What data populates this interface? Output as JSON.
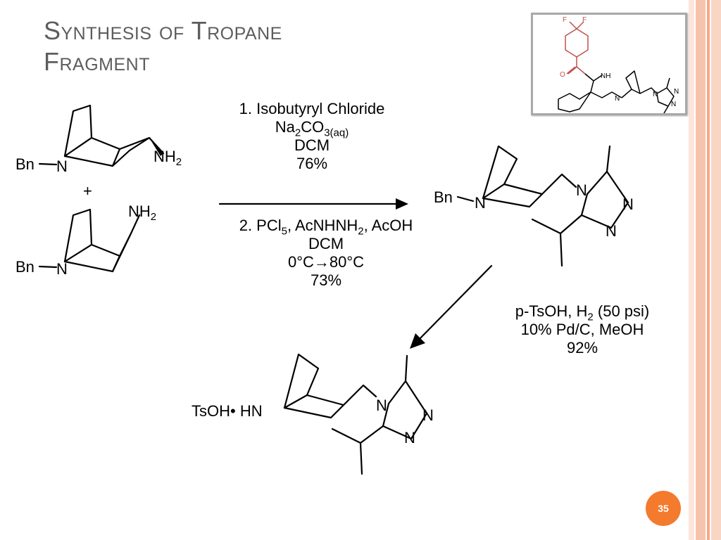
{
  "slide": {
    "title_line1": "Synthesis of Tropane",
    "title_line2": "Fragment",
    "page_number": "35"
  },
  "theme": {
    "accent_orange": "#f47a2e",
    "stripe_light": "#f9d5c4",
    "stripe_mid": "#f2b197",
    "title_gray": "#5d5d5d",
    "highlight_red": "#c0504d"
  },
  "structures": {
    "bn": "Bn",
    "n": "N",
    "nh2": "NH",
    "nh2_sub": "2",
    "plus": "+",
    "tsoh_salt": "TsOH• HN",
    "triazole_n": "N"
  },
  "step1": {
    "line1": "1. Isobutyryl Chloride",
    "line2_a": "Na",
    "line2_sub1": "2",
    "line2_b": "CO",
    "line2_sub2": "3(aq)",
    "line3": "DCM",
    "line4": "76%"
  },
  "step2": {
    "line1_a": "2. PCl",
    "line1_sub1": "5",
    "line1_b": ", AcNHNH",
    "line1_sub2": "2",
    "line1_c": ", AcOH",
    "line2": "DCM",
    "line3": "0°C→80°C",
    "line4": "73%"
  },
  "step3": {
    "line1_a": "p-TsOH, H",
    "line1_sub": "2",
    "line1_b": " (50 psi)",
    "line2": "10% Pd/C, MeOH",
    "line3": "92%"
  },
  "inset": {
    "f1": "F",
    "f2": "F",
    "o": "O",
    "nh": "NH",
    "n1": "N",
    "n2": "N",
    "n3": "N",
    "n4": "N"
  }
}
